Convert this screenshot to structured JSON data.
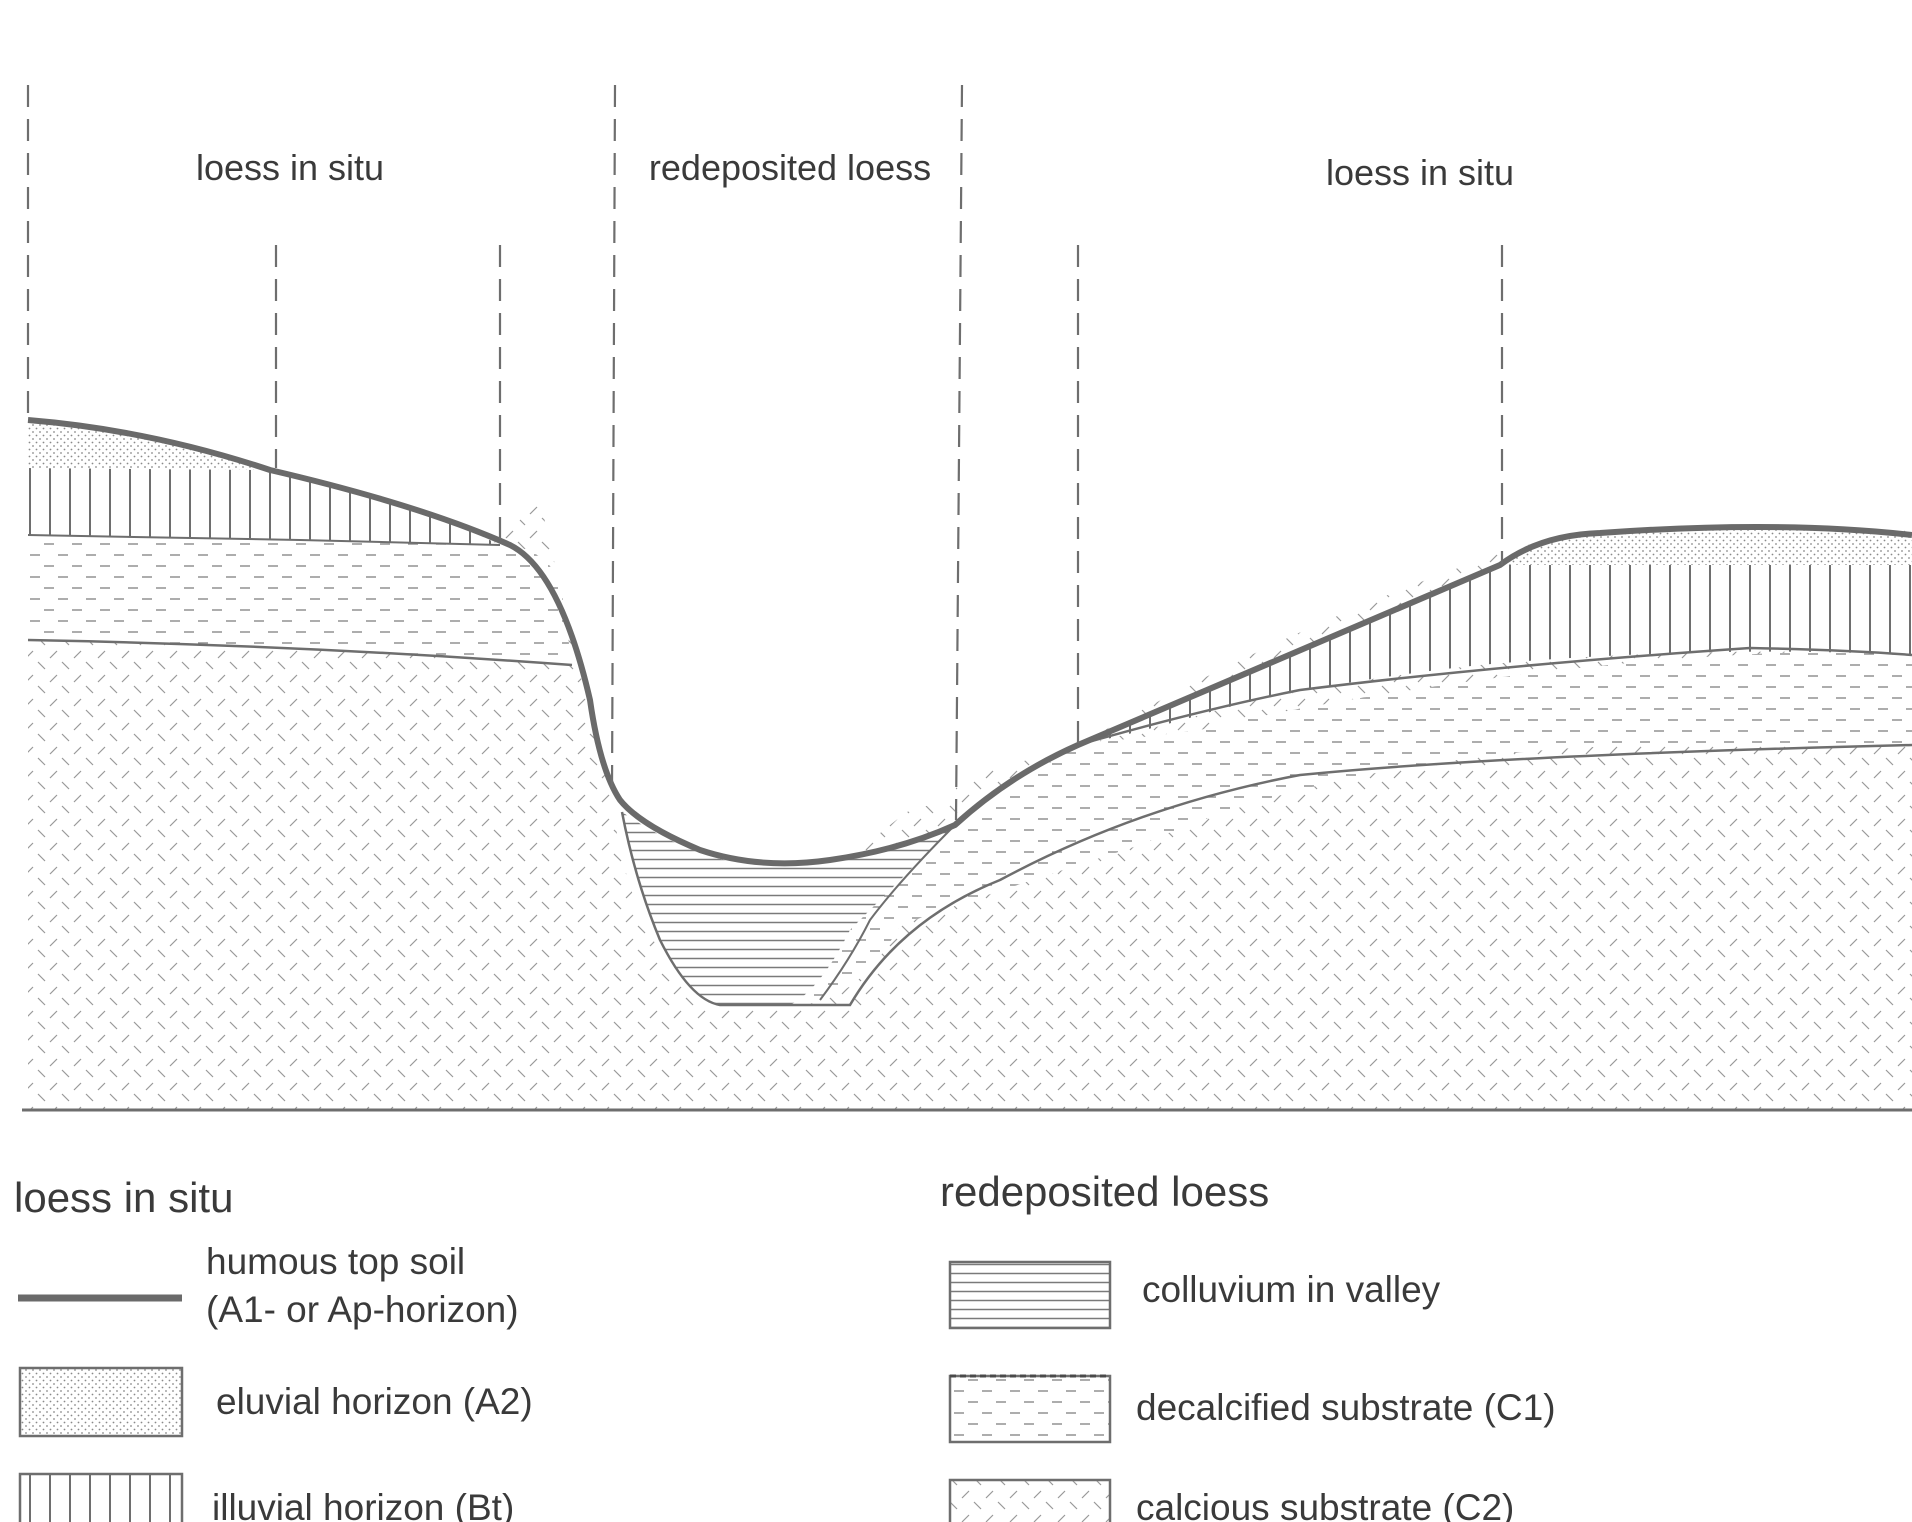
{
  "zones": [
    {
      "label": "loess in situ"
    },
    {
      "label": "redeposited loess"
    },
    {
      "label": "loess in situ"
    }
  ],
  "legend": {
    "in_situ": {
      "heading": "loess in situ",
      "items": [
        {
          "line1": "humous top soil",
          "line2": "(A1- or Ap-horizon)",
          "symbol": "thick-line"
        },
        {
          "line1": "eluvial horizon (A2)",
          "symbol": "dotted-fill"
        },
        {
          "line1": "illuvial horizon (Bt)",
          "symbol": "vertical-hatch"
        }
      ]
    },
    "redeposited": {
      "heading": "redeposited loess",
      "items": [
        {
          "line1": "colluvium in valley",
          "symbol": "horizontal-hatch"
        },
        {
          "line1": "decalcified substrate (C1)",
          "symbol": "dashed-fill"
        },
        {
          "line1": "calcious substrate (C2)",
          "symbol": "cross-hatch"
        }
      ]
    }
  },
  "colors": {
    "line": "#6e6e6e",
    "topsoil": "#6a6a6a",
    "hatch": "#8a8a8a"
  }
}
